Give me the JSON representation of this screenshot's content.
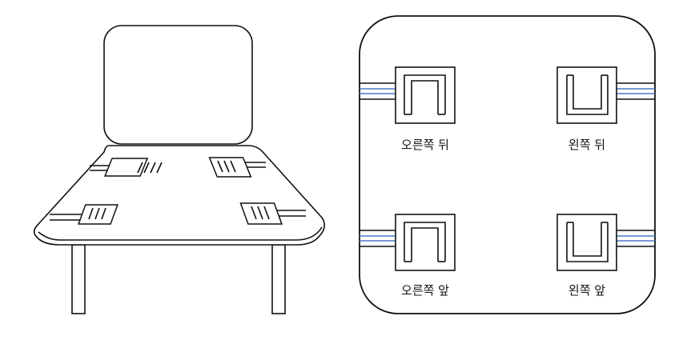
{
  "colors": {
    "stroke": "#111111",
    "wire_blue": "#4a78c8",
    "background": "#ffffff"
  },
  "chair_view": {
    "sensors": [
      {
        "id": "chair-sensor-back-left",
        "icon": "sensor-pad-icon"
      },
      {
        "id": "chair-sensor-back-right",
        "icon": "sensor-pad-icon"
      },
      {
        "id": "chair-sensor-front-left",
        "icon": "sensor-pad-icon"
      },
      {
        "id": "chair-sensor-front-right",
        "icon": "sensor-pad-icon"
      }
    ]
  },
  "seat_view": {
    "sensors": [
      {
        "label": "오른쪽 뒤",
        "icon": "sensor-pad-icon"
      },
      {
        "label": "왼쪽 뒤",
        "icon": "sensor-pad-icon"
      },
      {
        "label": "오른쪽 앞",
        "icon": "sensor-pad-icon"
      },
      {
        "label": "왼쪽 앞",
        "icon": "sensor-pad-icon"
      }
    ]
  }
}
